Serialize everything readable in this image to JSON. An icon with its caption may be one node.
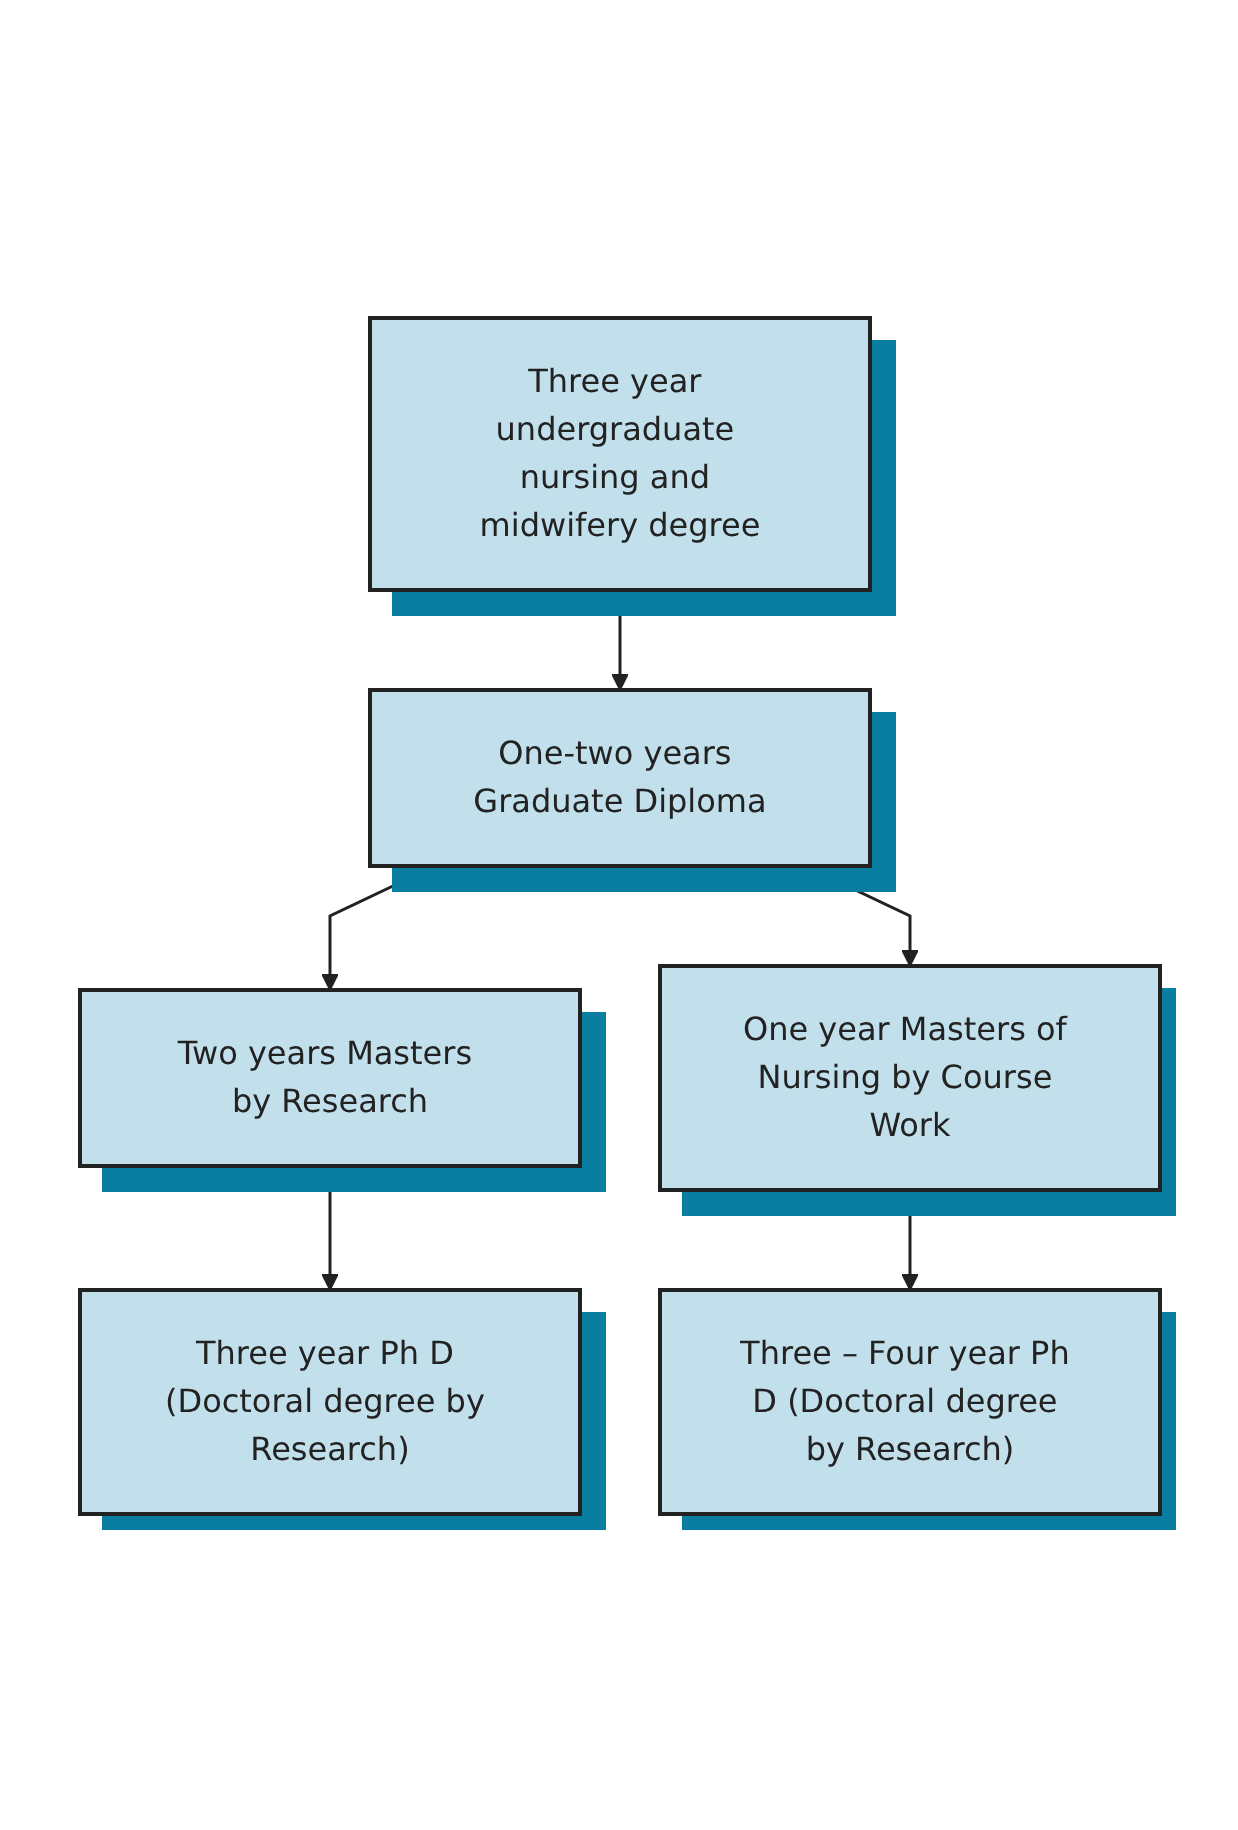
{
  "diagram": {
    "nodes": [
      {
        "text": [
          "Three year undergraduate nursing and midwifery degree"
        ]
      },
      {
        "text": [
          "One-two years Graduate Diploma"
        ]
      },
      {
        "text": [
          "Two years Masters by Research"
        ]
      },
      {
        "text": [
          "One year Masters of Nursing by Course Work"
        ]
      },
      {
        "text": [
          "Three year Ph D (Doctoral degree by Research)"
        ]
      },
      {
        "text": [
          "Three – Four year Ph D (Doctoral degree by Research)"
        ]
      }
    ],
    "edges": [
      {
        "from": 0,
        "to": 1,
        "arrow": "to"
      },
      {
        "from": 1,
        "to": 2,
        "arrow": "to"
      },
      {
        "from": 1,
        "to": 3,
        "arrow": "to"
      },
      {
        "from": 2,
        "to": 4,
        "arrow": "to"
      },
      {
        "from": 3,
        "to": 5,
        "arrow": "to"
      }
    ]
  }
}
